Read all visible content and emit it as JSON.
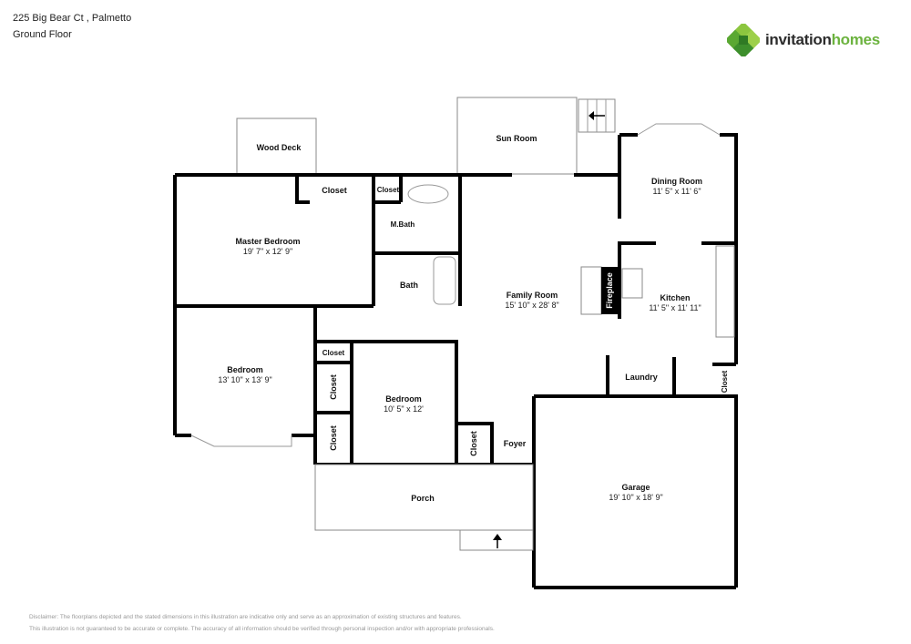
{
  "header": {
    "address": "225 Big Bear Ct , Palmetto",
    "floor": "Ground Floor"
  },
  "logo": {
    "word1": "invitation",
    "word2": "homes",
    "brand_green": "#6cb33f",
    "brand_dark": "#2d2d2d"
  },
  "rooms": {
    "wood_deck": {
      "name": "Wood Deck"
    },
    "sun_room": {
      "name": "Sun Room"
    },
    "master_bedroom": {
      "name": "Master Bedroom",
      "dims": "19' 7\" x 12' 9\""
    },
    "closet_master": {
      "name": "Closet"
    },
    "closet_mbath": {
      "name": "Closet"
    },
    "mbath": {
      "name": "M.Bath"
    },
    "bath": {
      "name": "Bath"
    },
    "dining_room": {
      "name": "Dining Room",
      "dims": "11' 5\" x 11' 6\""
    },
    "family_room": {
      "name": "Family Room",
      "dims": "15' 10\" x 28' 8\""
    },
    "fireplace": {
      "name": "Fireplace"
    },
    "kitchen": {
      "name": "Kitchen",
      "dims": "11' 5\" x 11' 11\""
    },
    "laundry": {
      "name": "Laundry"
    },
    "closet_kitchen": {
      "name": "Closet"
    },
    "bedroom1": {
      "name": "Bedroom",
      "dims": "13' 10\" x 13' 9\""
    },
    "closet_a": {
      "name": "Closet"
    },
    "closet_b": {
      "name": "Closet"
    },
    "closet_c": {
      "name": "Closet"
    },
    "bedroom2": {
      "name": "Bedroom",
      "dims": "10' 5\" x 12'"
    },
    "closet_foyer": {
      "name": "Closet"
    },
    "foyer": {
      "name": "Foyer"
    },
    "porch": {
      "name": "Porch"
    },
    "garage": {
      "name": "Garage",
      "dims": "19' 10\" x 18' 9\""
    }
  },
  "disclaimer": {
    "line1": "Disclaimer: The floorplans depicted and the stated dimensions in this illustration are indicative only and serve as an approximation of existing structures and features.",
    "line2": "This illustration is not guaranteed to be accurate or complete. The accuracy of all information should be verified through personal inspection and/or with appropriate professionals."
  }
}
